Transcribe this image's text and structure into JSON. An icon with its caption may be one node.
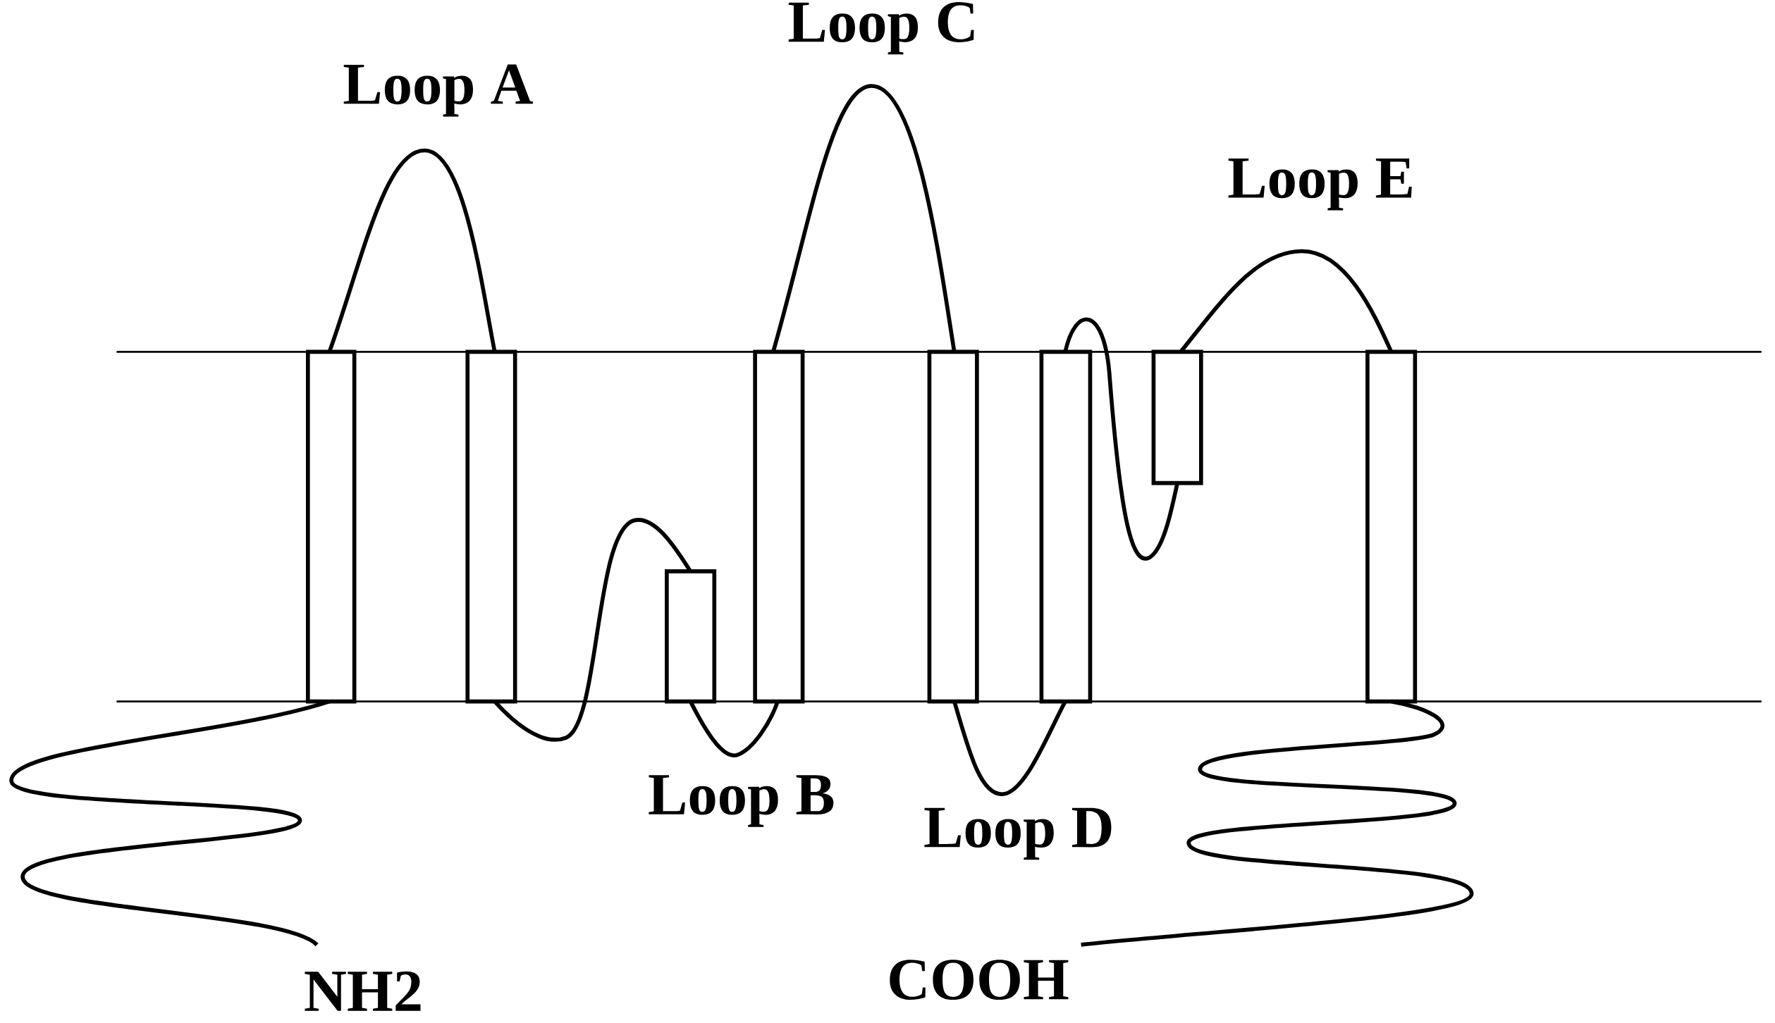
{
  "diagram": {
    "labels": [
      "Loop A",
      "Loop C",
      "Loop E",
      "Loop B",
      "Loop D",
      "NH2",
      "COOH"
    ]
  }
}
